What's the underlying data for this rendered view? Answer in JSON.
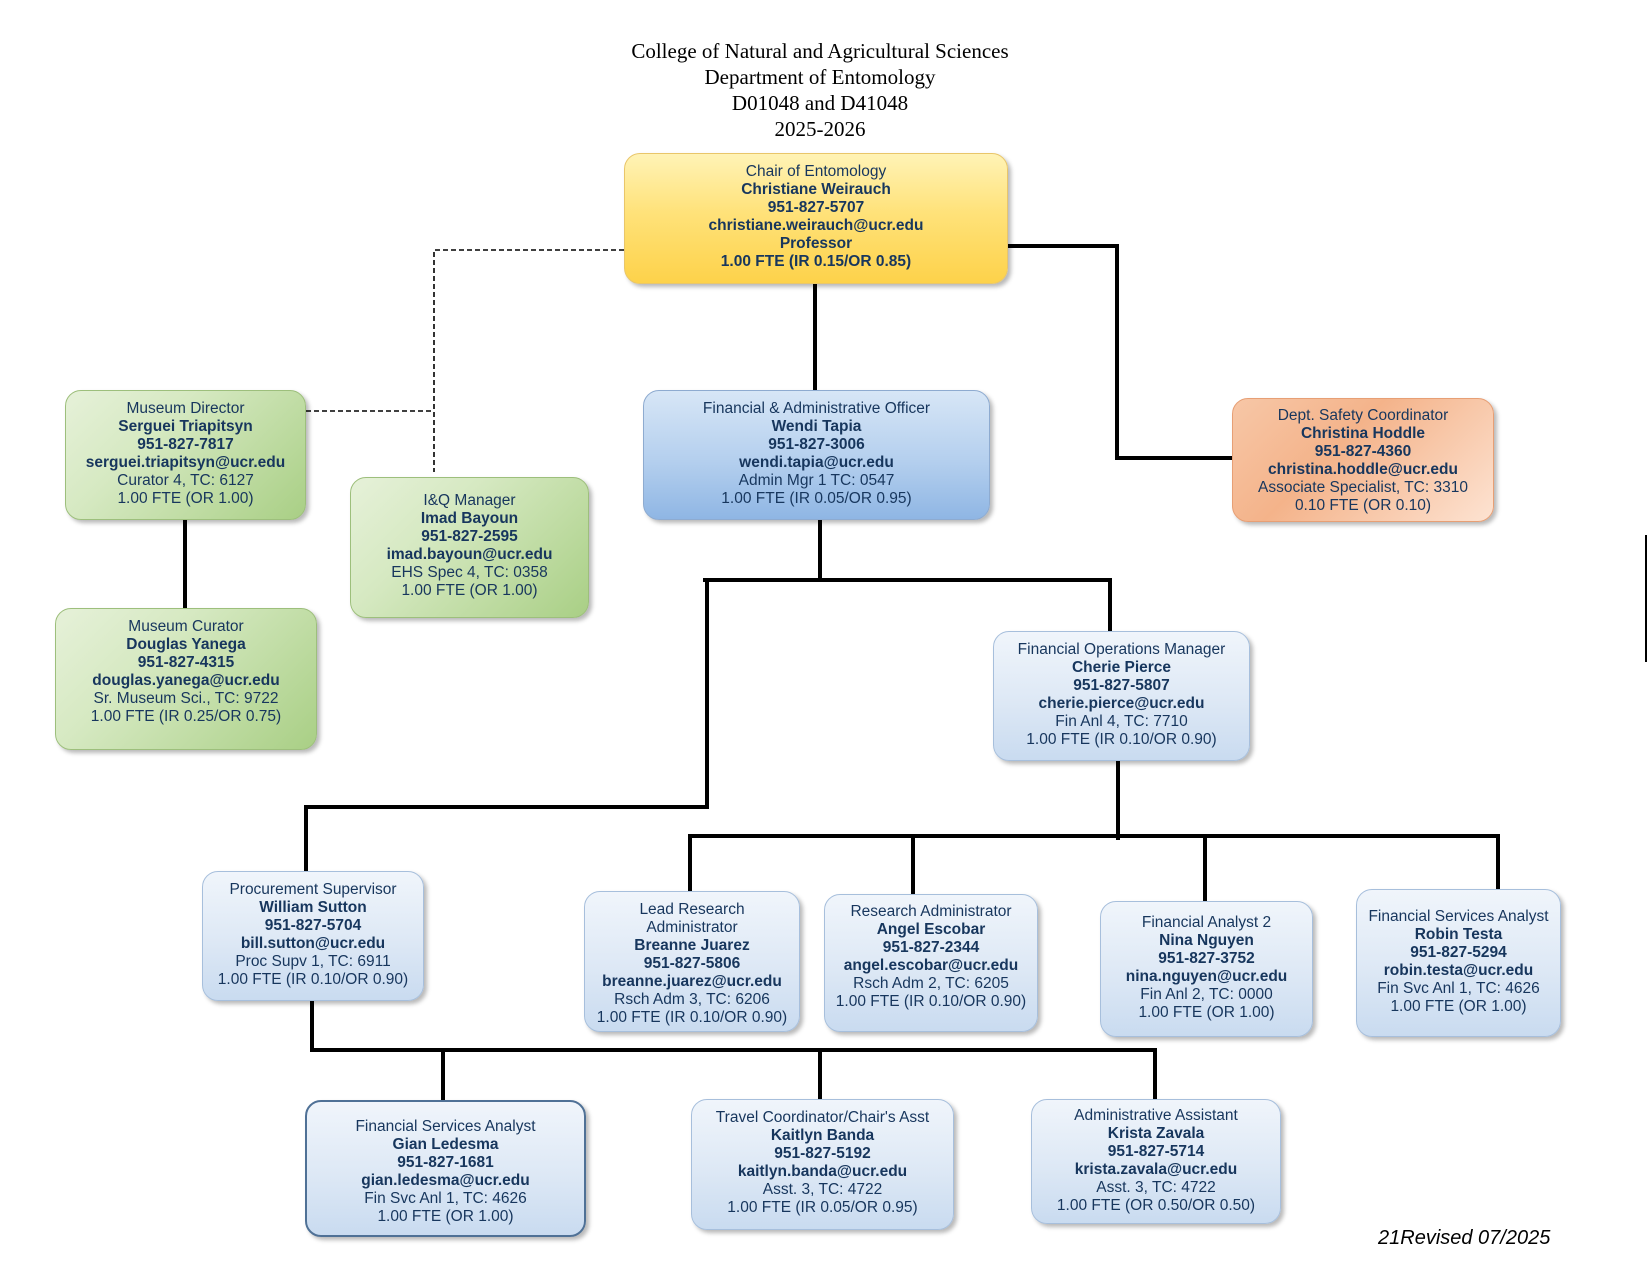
{
  "header": {
    "line1": "College of Natural and Agricultural Sciences",
    "line2": "Department of Entomology",
    "line3": "D01048 and D41048",
    "line4": "2025-2026"
  },
  "boxes": {
    "chair": {
      "title": "Chair of Entomology",
      "name": "Christiane Weirauch",
      "phone": "951-827-5707",
      "email": "christiane.weirauch@ucr.edu",
      "job": "Professor",
      "fte": "1.00 FTE (IR 0.15/OR 0.85)"
    },
    "museum_director": {
      "title": "Museum Director",
      "name": "Serguei Triapitsyn",
      "phone": "951-827-7817",
      "email": "serguei.triapitsyn@ucr.edu",
      "job": "Curator 4, TC: 6127",
      "fte": "1.00 FTE (OR 1.00)"
    },
    "museum_curator": {
      "title": "Museum Curator",
      "name": "Douglas Yanega",
      "phone": "951-827-4315",
      "email": "douglas.yanega@ucr.edu",
      "job": "Sr. Museum Sci., TC: 9722",
      "fte": "1.00 FTE (IR 0.25/OR 0.75)"
    },
    "iq_manager": {
      "title": "I&Q Manager",
      "name": "Imad Bayoun",
      "phone": "951-827-2595",
      "email": "imad.bayoun@ucr.edu",
      "job": "EHS Spec 4, TC: 0358",
      "fte": "1.00 FTE (OR 1.00)"
    },
    "fao": {
      "title": "Financial & Administrative Officer",
      "name": "Wendi Tapia",
      "phone": "951-827-3006",
      "email": "wendi.tapia@ucr.edu",
      "job": "Admin Mgr 1 TC:  0547",
      "fte": "1.00 FTE (IR 0.05/OR 0.95)"
    },
    "safety": {
      "title": "Dept. Safety Coordinator",
      "name": "Christina Hoddle",
      "phone": "951-827-4360",
      "email": "christina.hoddle@ucr.edu",
      "job": "Associate Specialist, TC: 3310",
      "fte": "0.10 FTE (OR 0.10)"
    },
    "fin_ops": {
      "title": "Financial Operations Manager",
      "name": "Cherie Pierce",
      "phone": "951-827-5807",
      "email": "cherie.pierce@ucr.edu",
      "job": "Fin Anl 4, TC: 7710",
      "fte": "1.00 FTE (IR 0.10/OR 0.90)"
    },
    "procurement": {
      "title": "Procurement Supervisor",
      "name": "William Sutton",
      "phone": "951-827-5704",
      "email": "bill.sutton@ucr.edu",
      "job": "Proc Supv 1, TC: 6911",
      "fte": "1.00 FTE (IR 0.10/OR 0.90)"
    },
    "lead_research": {
      "title1": "Lead Research",
      "title2": "Administrator",
      "name": "Breanne Juarez",
      "phone": "951-827-5806",
      "email": "breanne.juarez@ucr.edu",
      "job": "Rsch Adm 3, TC: 6206",
      "fte": "1.00 FTE (IR 0.10/OR 0.90)"
    },
    "research_admin": {
      "title": "Research Administrator",
      "name": "Angel Escobar",
      "phone": "951-827-2344",
      "email": "angel.escobar@ucr.edu",
      "job": "Rsch Adm 2, TC: 6205",
      "fte": "1.00 FTE (IR 0.10/OR 0.90)"
    },
    "fin_analyst2": {
      "title": "Financial Analyst 2",
      "name": "Nina Nguyen",
      "phone": "951-827-3752",
      "email": "nina.nguyen@ucr.edu",
      "job": "Fin Anl 2, TC: 0000",
      "fte": "1.00 FTE (OR 1.00)"
    },
    "fsa_testa": {
      "title": "Financial Services Analyst",
      "name": "Robin Testa",
      "phone": "951-827-5294",
      "email": "robin.testa@ucr.edu",
      "job": "Fin Svc Anl 1, TC: 4626",
      "fte": "1.00 FTE (OR 1.00)"
    },
    "fsa_ledesma": {
      "title": "Financial Services Analyst",
      "name": "Gian Ledesma",
      "phone": "951-827-1681",
      "email": "gian.ledesma@ucr.edu",
      "job": "Fin Svc Anl 1, TC: 4626",
      "fte": "1.00 FTE (OR 1.00)"
    },
    "travel": {
      "title": "Travel Coordinator/Chair's Asst",
      "name": "Kaitlyn Banda",
      "phone": "951-827-5192",
      "email": "kaitlyn.banda@ucr.edu",
      "job": "Asst. 3, TC: 4722",
      "fte": "1.00 FTE (IR 0.05/OR 0.95)"
    },
    "admin_asst": {
      "title": "Administrative Assistant",
      "name": "Krista Zavala",
      "phone": "951-827-5714",
      "email": "krista.zavala@ucr.edu",
      "job": "Asst. 3, TC: 4722",
      "fte": "1.00 FTE (OR 0.50/OR 0.50)"
    }
  },
  "footer": {
    "text": "21Revised 07/2025"
  }
}
